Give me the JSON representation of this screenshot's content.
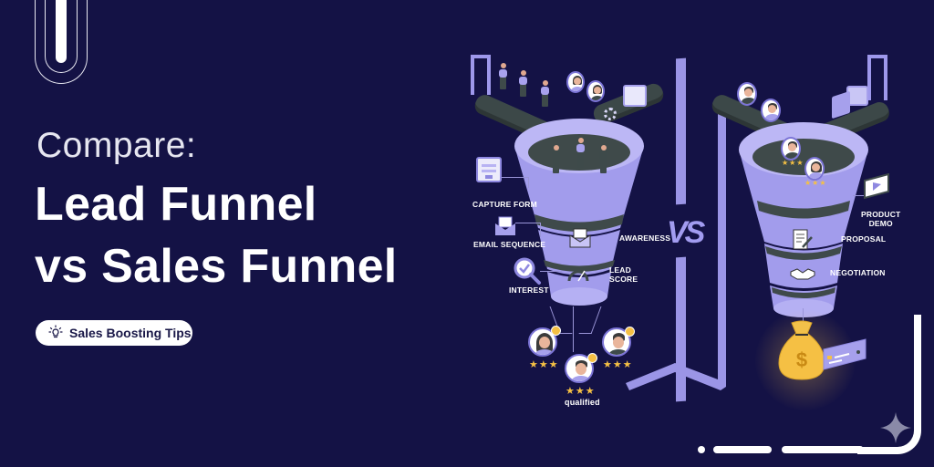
{
  "hero": {
    "eyebrow": "Compare:",
    "title_line_1": "Lead Funnel",
    "title_line_2": "vs Sales Funnel",
    "pill_label": "Sales Boosting Tips",
    "pill_icon": "lightbulb-icon"
  },
  "lead_funnel": {
    "side_labels": [
      {
        "label": "CAPTURE FORM",
        "icon": "form-icon"
      },
      {
        "label": "EMAIL SEQUENCE",
        "icon": "envelope-icon"
      },
      {
        "label": "INTEREST",
        "icon": "magnifier-check-icon"
      }
    ],
    "stage_labels": [
      {
        "label": "AWARENESS",
        "icon": "envelope-open-icon"
      },
      {
        "label_line_1": "LEAD",
        "label_line_2": "SCORE",
        "icon": "gauge-icon"
      }
    ],
    "output_label": "qualified",
    "output_stars": "★★★",
    "output_count": 3
  },
  "divider": {
    "label": "VS"
  },
  "sales_funnel": {
    "stage_labels": [
      {
        "label_line_1": "PRODUCT",
        "label_line_2": "DEMO",
        "icon": "monitor-play-icon"
      },
      {
        "label": "PROPOSAL",
        "icon": "document-pen-icon"
      },
      {
        "label": "NEGOTIATION",
        "icon": "handshake-icon"
      }
    ],
    "output_icons": [
      "money-bag-icon",
      "credit-card-icon"
    ],
    "money_symbol": "$"
  },
  "colors": {
    "background": "#141245",
    "funnel": "#a6a0ec",
    "funnel_band": "#3f4a4a",
    "accent_gold": "#f5c044",
    "text": "#ffffff"
  }
}
